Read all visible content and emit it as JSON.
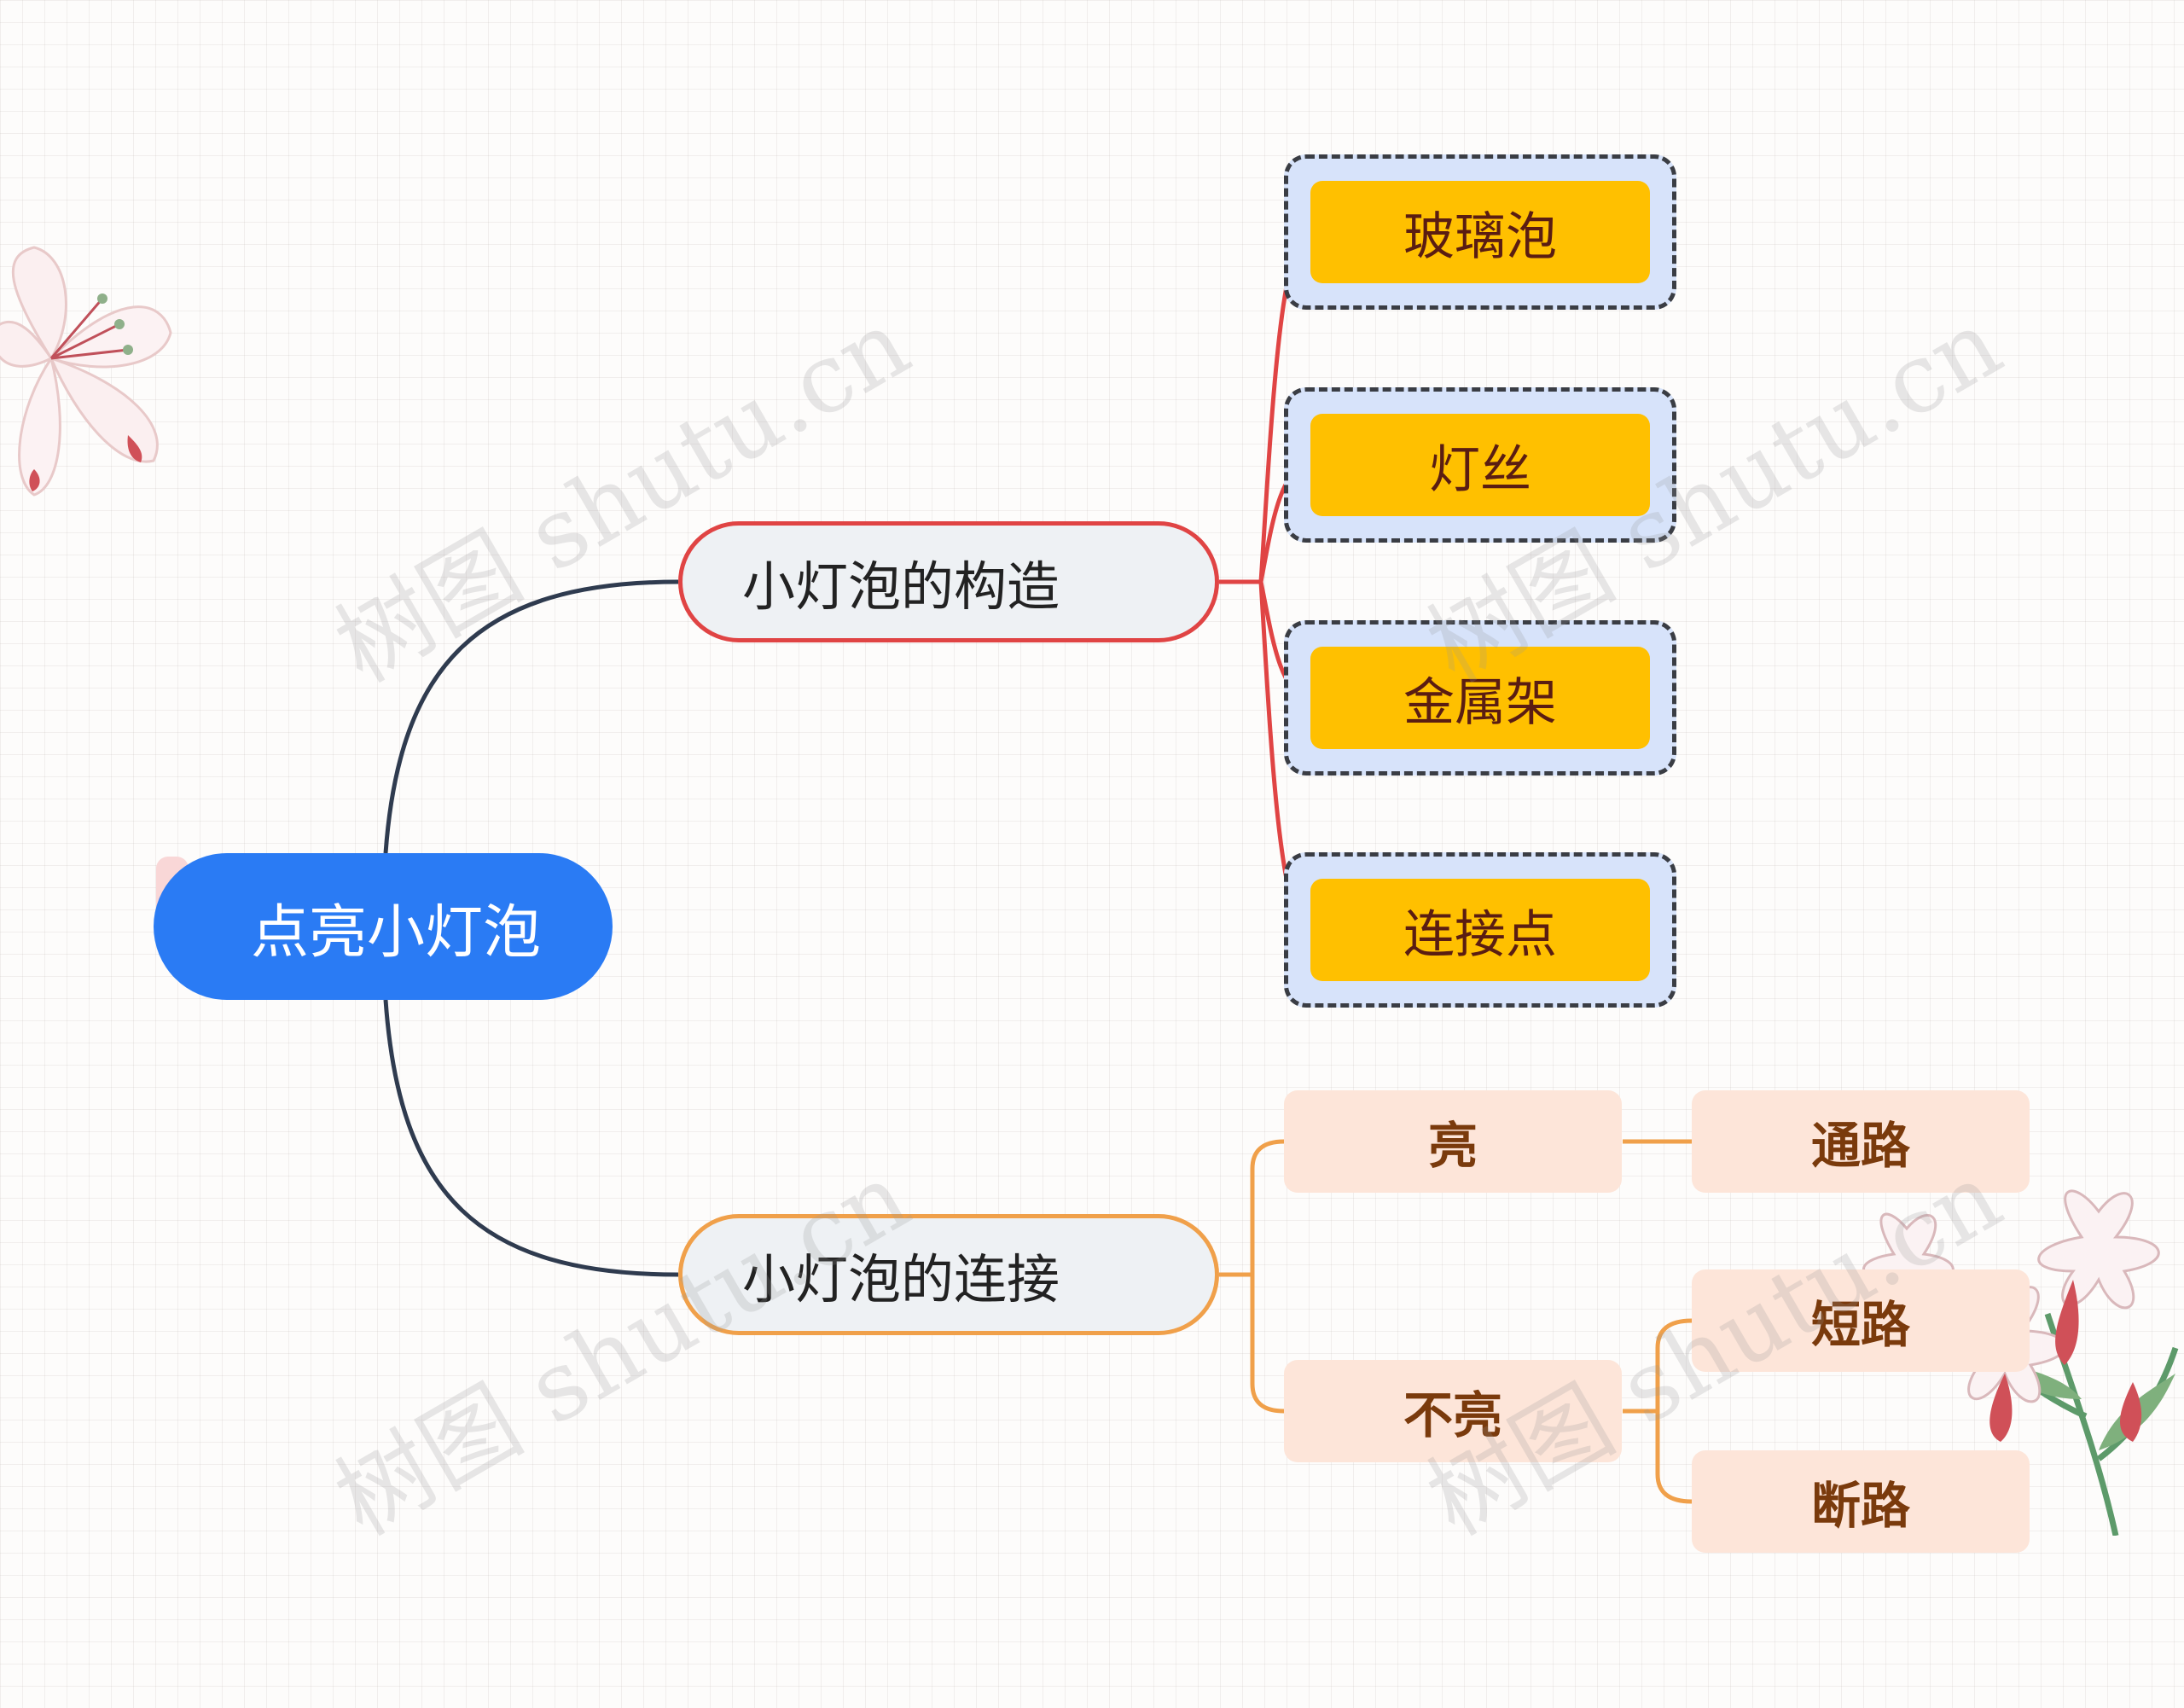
{
  "diagram": {
    "root": {
      "label": "点亮小灯泡"
    },
    "branches": [
      {
        "label": "小灯泡的构造",
        "children": [
          "玻璃泡",
          "灯丝",
          "金属架",
          "连接点"
        ]
      },
      {
        "label": "小灯泡的连接",
        "children": [
          {
            "label": "亮",
            "children": [
              "通路"
            ]
          },
          {
            "label": "不亮",
            "children": [
              "短路",
              "断路"
            ]
          }
        ]
      }
    ]
  },
  "watermark": "树图 shutu.cn",
  "colors": {
    "root": "#2a7bf4",
    "branch_structure_line": "#e04444",
    "branch_connection_line": "#f0a04a",
    "root_connector": "#2f3b4f",
    "leaf_fill": "#ffc000",
    "leaf_frame": "#d7e3fa",
    "sub_fill": "#fde5d9"
  },
  "decorations": [
    "lily-flower-top-left",
    "lily-flower-bottom-right"
  ]
}
